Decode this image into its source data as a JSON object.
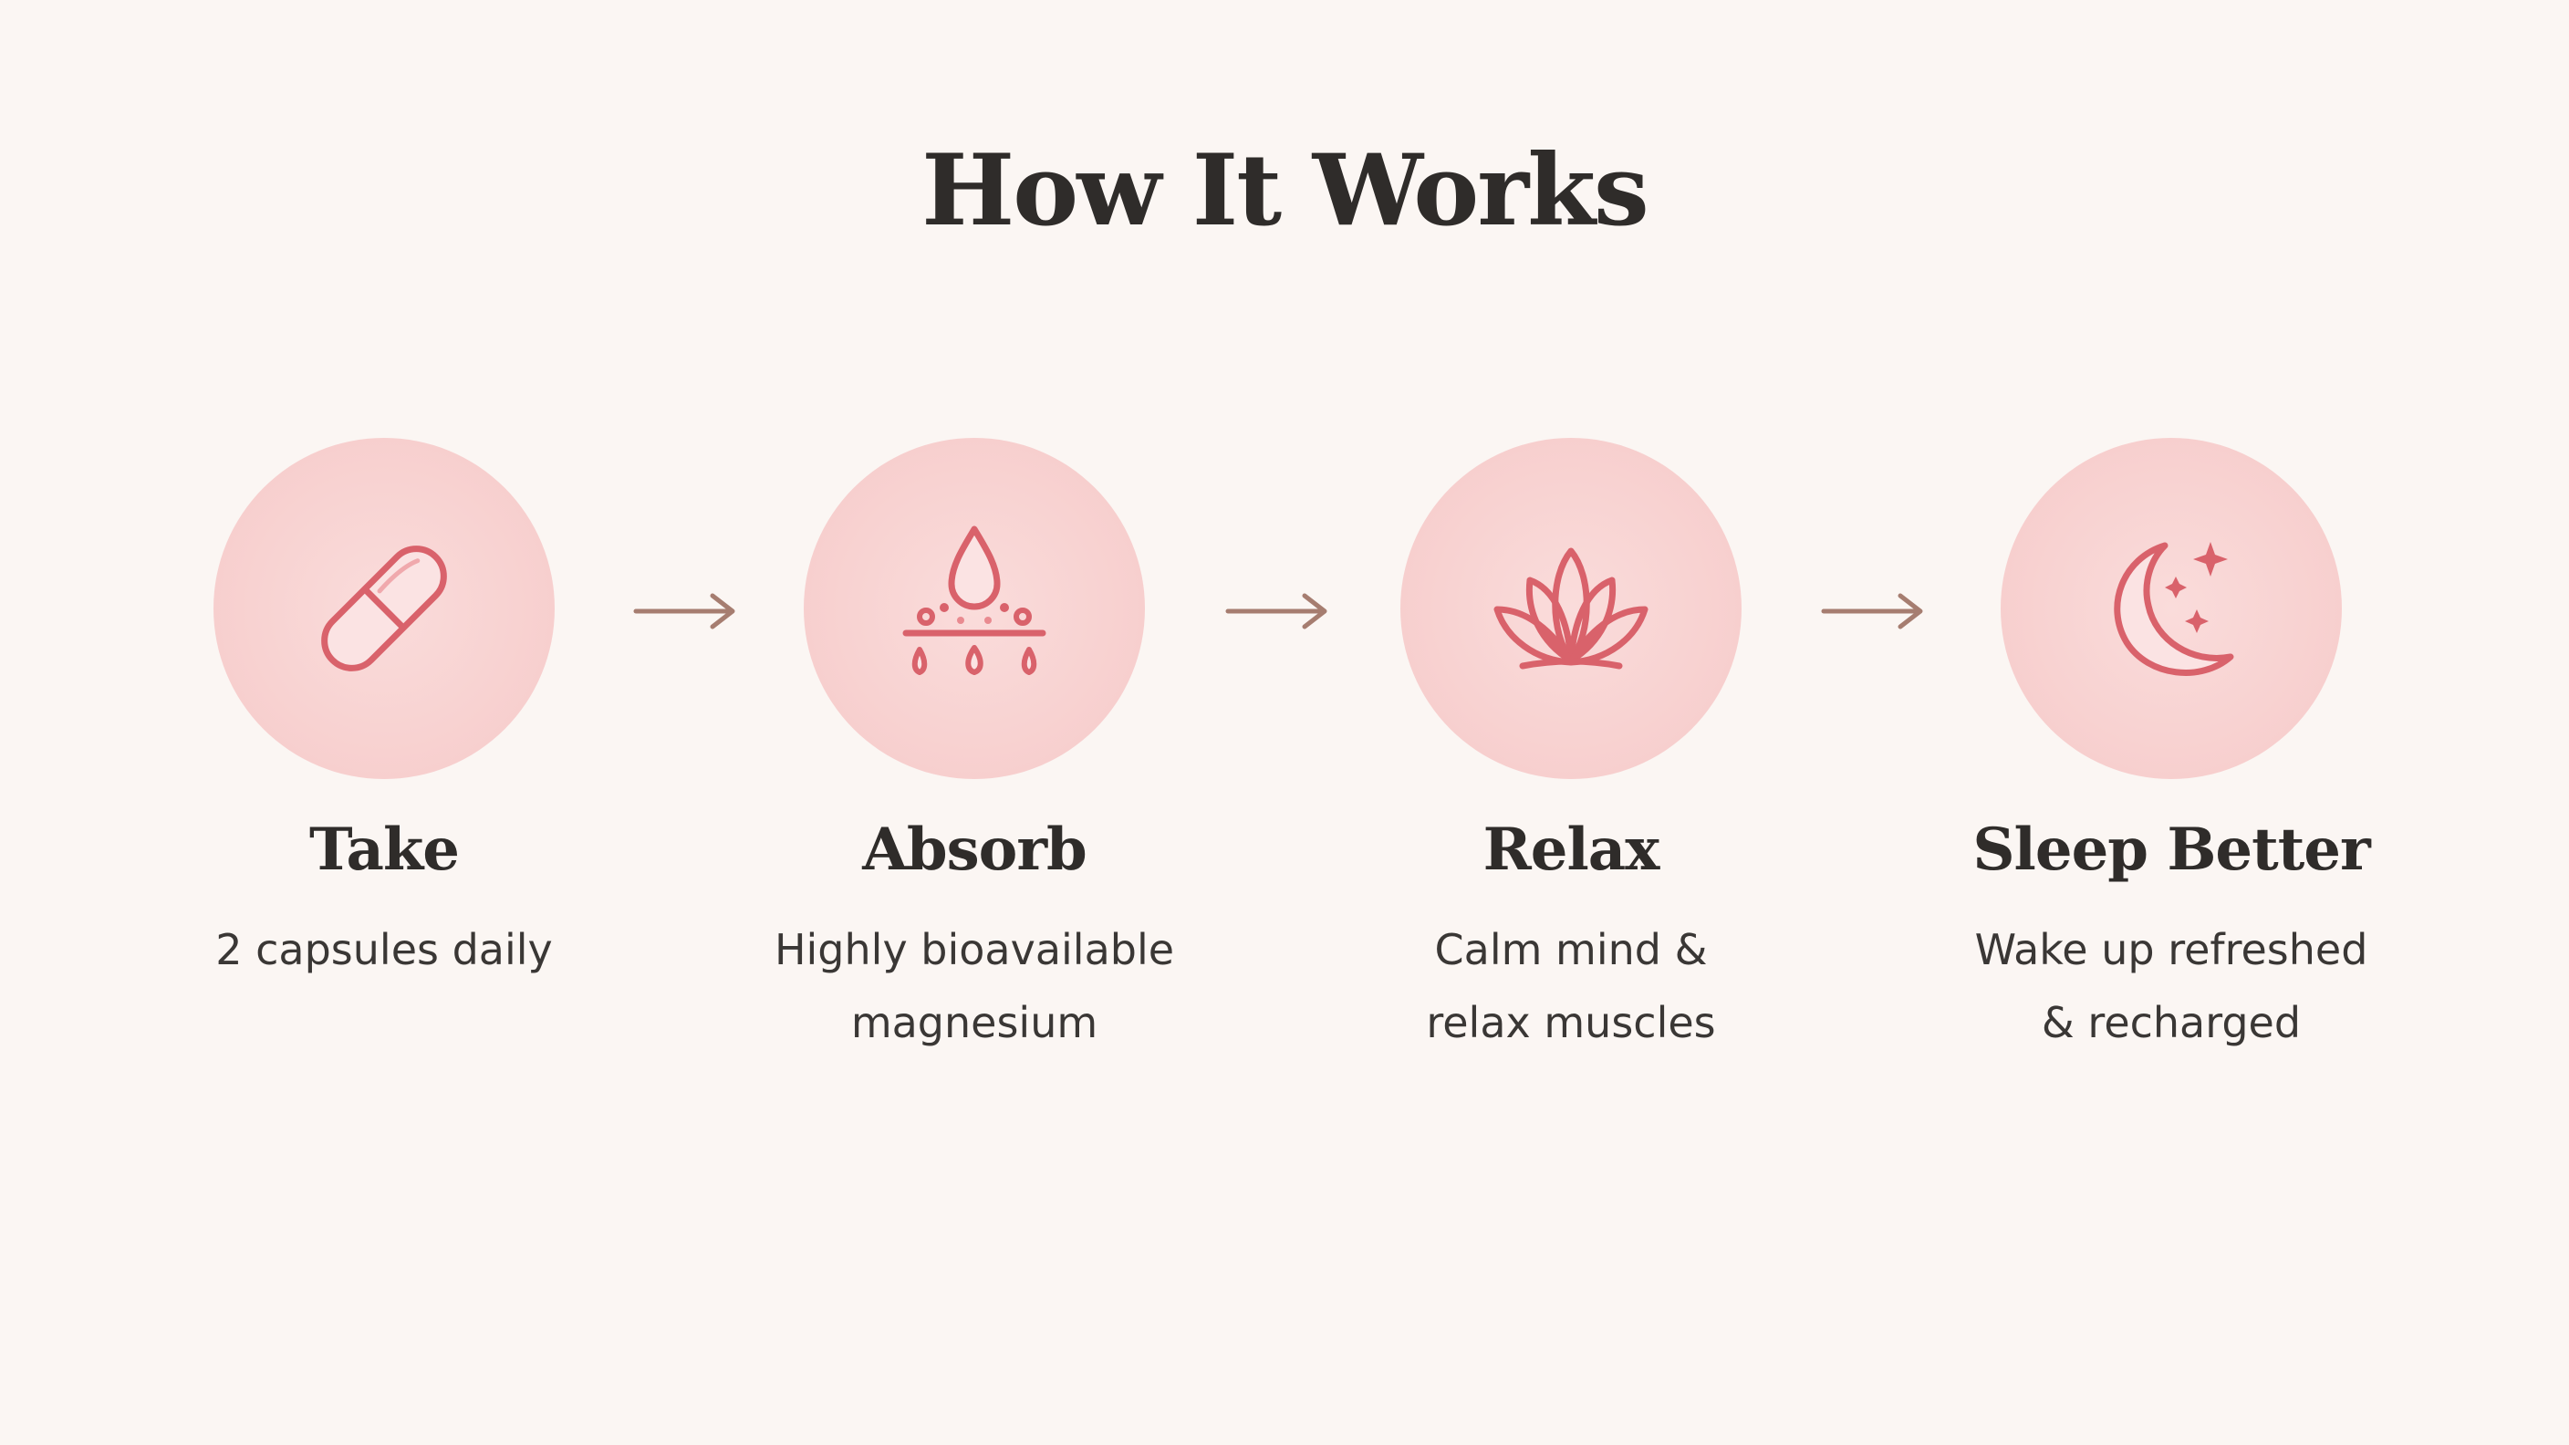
{
  "title": "How It Works",
  "steps": [
    {
      "title": "Take",
      "description": "2 capsules daily",
      "icon": "capsule-icon"
    },
    {
      "title": "Absorb",
      "description": "Highly bioavailable magnesium",
      "icon": "water-drop-icon"
    },
    {
      "title": "Relax",
      "description": "Calm mind & relax muscles",
      "icon": "lotus-icon"
    },
    {
      "title": "Sleep Better",
      "description": "Wake up refreshed & recharged",
      "icon": "moon-stars-icon"
    }
  ],
  "colors": {
    "background": "#fbf6f3",
    "circle": "#f8d2d1",
    "icon_stroke": "#d9626b",
    "arrow": "#a67d70",
    "text": "#2f2c2a"
  }
}
